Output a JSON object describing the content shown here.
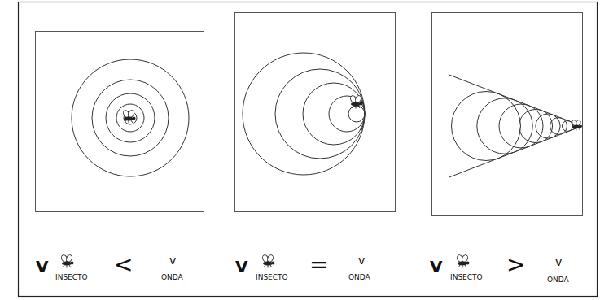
{
  "diagram": {
    "labels": [
      "V",
      "INSECTO",
      "<",
      "v",
      "ONDA",
      "V",
      "INSECTO",
      "=",
      "v",
      "ONDA",
      "V",
      "INSECTO",
      ">",
      "v",
      "ONDA"
    ]
  }
}
